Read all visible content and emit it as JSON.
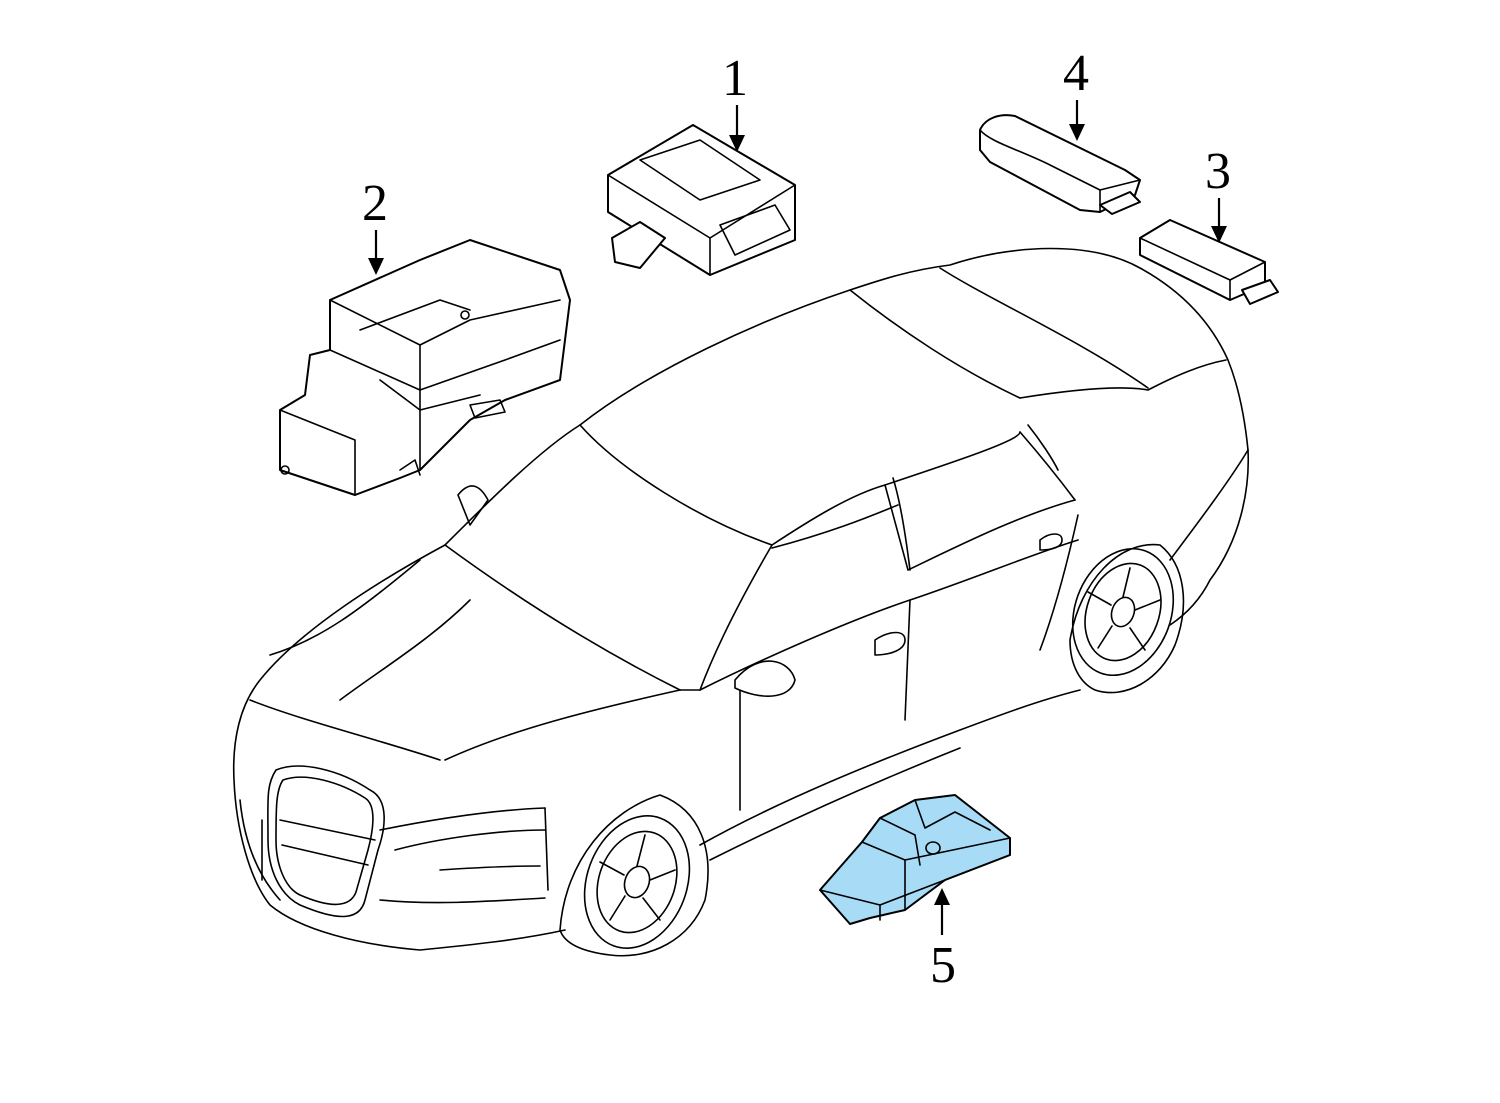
{
  "callouts": {
    "part_1": "1",
    "part_2": "2",
    "part_3": "3",
    "part_4": "4",
    "part_5": "5"
  },
  "colors": {
    "line": "#000000",
    "background": "#ffffff",
    "highlight": "#a8dcf6"
  },
  "highlighted_part": "5"
}
